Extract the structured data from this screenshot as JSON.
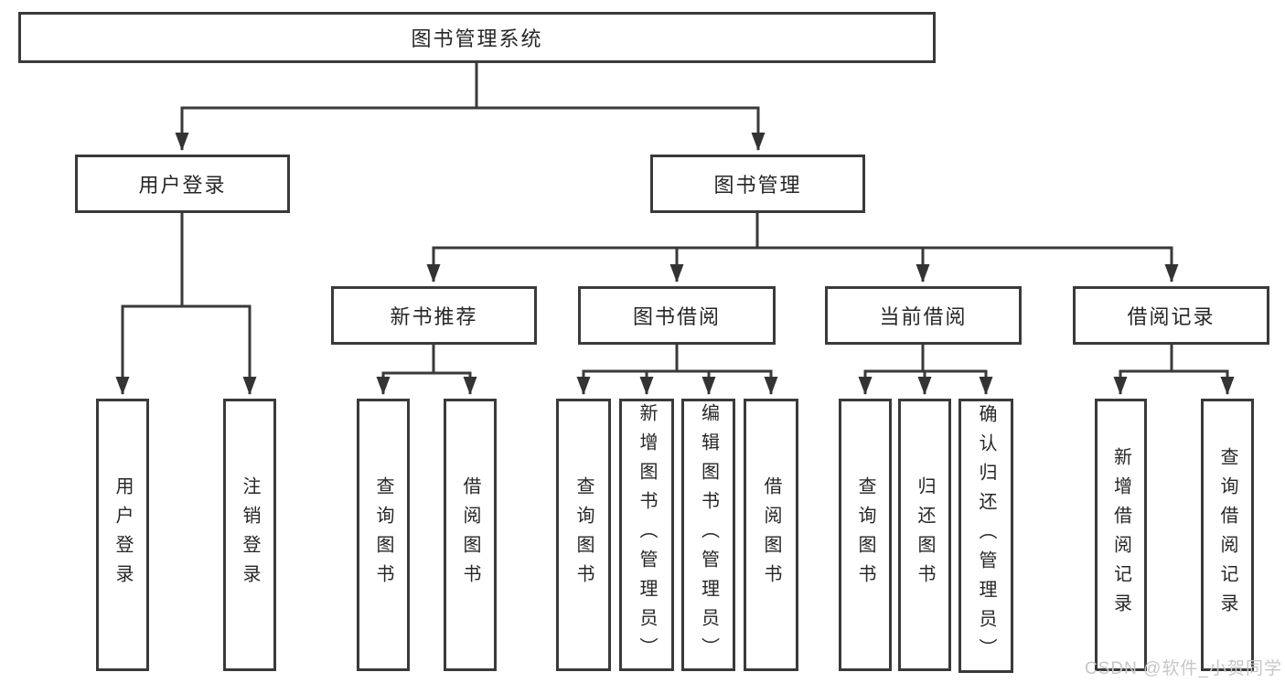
{
  "page": {
    "background_color": "#ffffff",
    "line_color": "#3a3a3a",
    "text_color": "#262626",
    "watermark_color": "#c7c7c7"
  },
  "tree": {
    "root": {
      "label": "图书管理系统",
      "children": [
        {
          "label": "用户登录",
          "children": [
            {
              "label": "用户登录"
            },
            {
              "label": "注销登录"
            }
          ]
        },
        {
          "label": "图书管理",
          "children": [
            {
              "label": "新书推荐",
              "children": [
                {
                  "label": "查询图书"
                },
                {
                  "label": "借阅图书"
                }
              ]
            },
            {
              "label": "图书借阅",
              "children": [
                {
                  "label": "查询图书"
                },
                {
                  "label": "新增图书（管理员）"
                },
                {
                  "label": "编辑图书（管理员）"
                },
                {
                  "label": "借阅图书"
                }
              ]
            },
            {
              "label": "当前借阅",
              "children": [
                {
                  "label": "查询图书"
                },
                {
                  "label": "归还图书"
                },
                {
                  "label": "确认归还（管理员）"
                }
              ]
            },
            {
              "label": "借阅记录",
              "children": [
                {
                  "label": "新增借阅记录"
                },
                {
                  "label": "查询借阅记录"
                }
              ]
            }
          ]
        }
      ]
    }
  },
  "watermark": {
    "text": "CSDN @软件_小贺同学"
  }
}
